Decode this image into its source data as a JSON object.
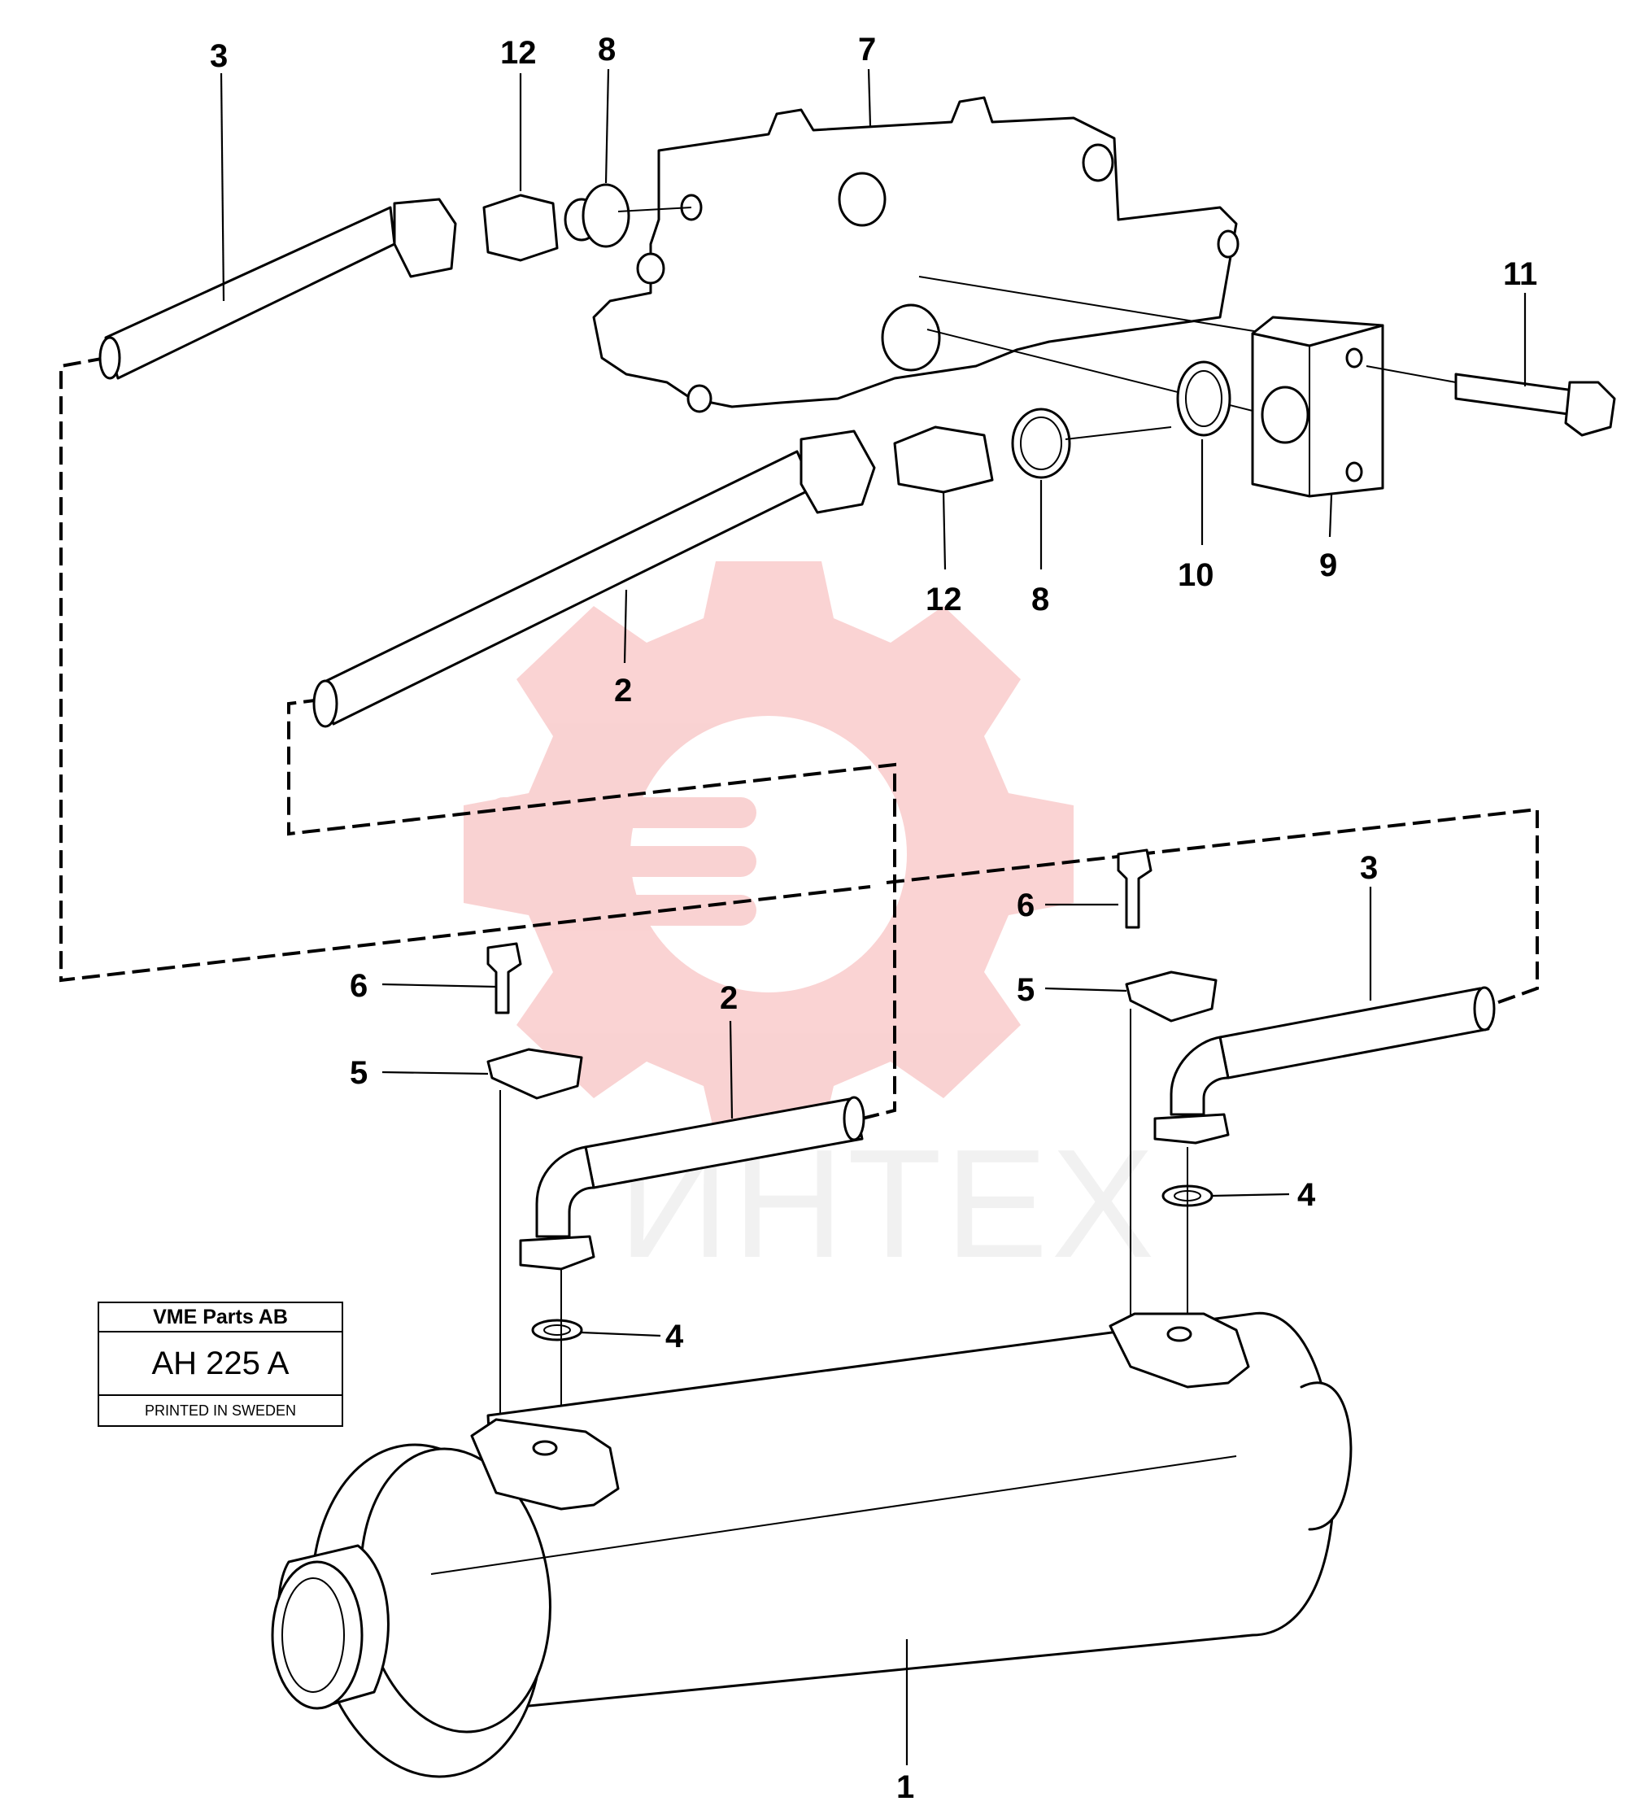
{
  "watermark": {
    "text": "ИНТЕХ",
    "color": "#f08080"
  },
  "title_block": {
    "company": "VME Parts AB",
    "drawing_number": "AH 225  A",
    "printed": "PRINTED IN SWEDEN"
  },
  "callouts": [
    {
      "id": "c3-top",
      "label": "3"
    },
    {
      "id": "c12-top",
      "label": "12"
    },
    {
      "id": "c8-top",
      "label": "8"
    },
    {
      "id": "c7",
      "label": "7"
    },
    {
      "id": "c11",
      "label": "11"
    },
    {
      "id": "c12-mid",
      "label": "12"
    },
    {
      "id": "c8-mid",
      "label": "8"
    },
    {
      "id": "c10",
      "label": "10"
    },
    {
      "id": "c9",
      "label": "9"
    },
    {
      "id": "c2-mid",
      "label": "2"
    },
    {
      "id": "c6-left",
      "label": "6"
    },
    {
      "id": "c5-left",
      "label": "5"
    },
    {
      "id": "c2-low",
      "label": "2"
    },
    {
      "id": "c4-left",
      "label": "4"
    },
    {
      "id": "c6-right",
      "label": "6"
    },
    {
      "id": "c5-right",
      "label": "5"
    },
    {
      "id": "c3-right",
      "label": "3"
    },
    {
      "id": "c4-right",
      "label": "4"
    },
    {
      "id": "c1",
      "label": "1"
    }
  ]
}
